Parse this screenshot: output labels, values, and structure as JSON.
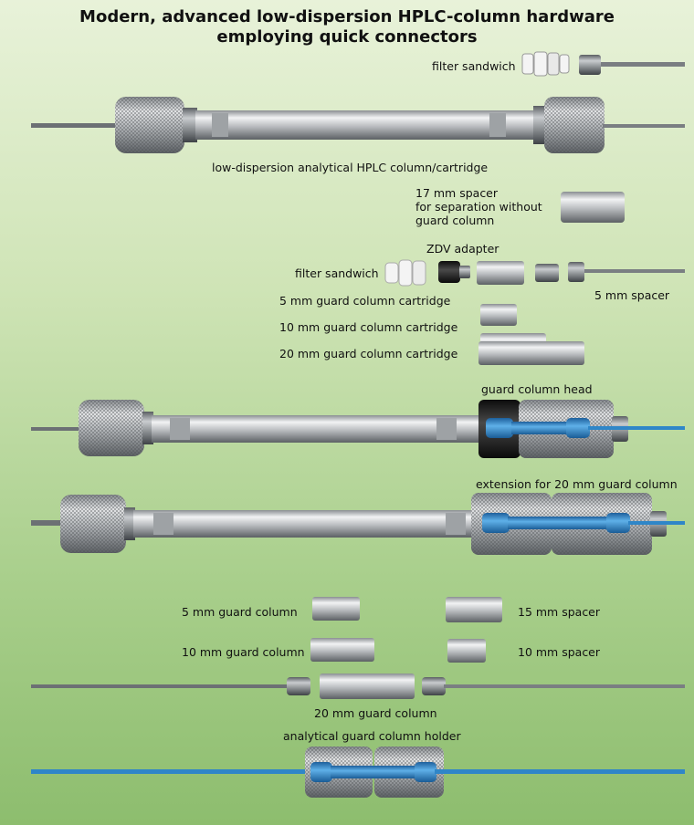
{
  "title": {
    "line1": "Modern, advanced low-dispersion HPLC-column hardware",
    "line2": "employing quick connectors"
  },
  "labels": {
    "filter_sandwich_top": "filter sandwich",
    "analytical_column": "low-dispersion analytical HPLC column/cartridge",
    "spacer_17mm": "17 mm spacer\nfor separation without\nguard column",
    "zdv_adapter": "ZDV adapter",
    "filter_sandwich_mid": "filter sandwich",
    "spacer_5mm": "5 mm spacer",
    "guard_cartridge_5mm": "5 mm guard column cartridge",
    "guard_cartridge_10mm": "10 mm guard column cartridge",
    "guard_cartridge_20mm": "20 mm guard column cartridge",
    "guard_column_head": "guard column head",
    "extension_20mm": "extension for 20 mm guard column",
    "guard_column_5mm": "5 mm guard column",
    "spacer_15mm": "15 mm spacer",
    "guard_column_10mm": "10 mm guard column",
    "spacer_10mm": "10 mm spacer",
    "guard_column_20mm": "20 mm guard column",
    "guard_column_holder": "analytical guard column holder"
  },
  "colors": {
    "steel_light": "#e6e8ea",
    "steel_dark": "#6c7074",
    "capillary_gray": "#7a7e82",
    "capillary_blue": "#2f86c8",
    "ptfe_white": "#f4f4f4",
    "black_head": "#1b1b1b"
  }
}
